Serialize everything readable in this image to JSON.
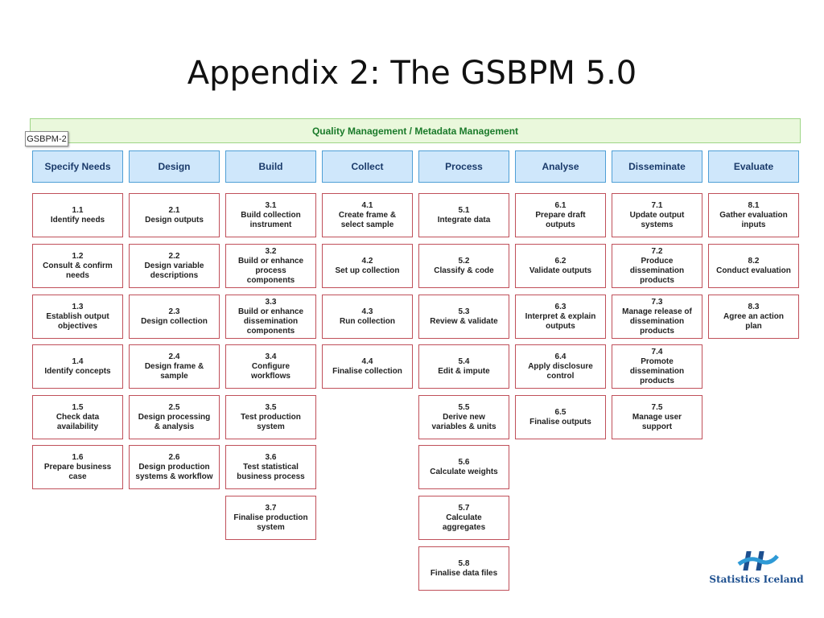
{
  "title": "Appendix 2: The GSBPM 5.0",
  "quality_bar": "Quality Management / Metadata Management",
  "gsbpm_tag": "GSBPM-2",
  "logo_text": "Statistics Iceland",
  "colors": {
    "phase_fill": "#cfe7fb",
    "phase_border": "#4f9fd6",
    "sub_border": "#c0505a",
    "qm_fill": "#eaf8dc",
    "qm_text": "#1a7a2a",
    "logo": "#1d4f8f"
  },
  "phases": [
    {
      "label": "Specify Needs",
      "subs": [
        {
          "num": "1.1",
          "label": "Identify needs"
        },
        {
          "num": "1.2",
          "label": "Consult & confirm\nneeds"
        },
        {
          "num": "1.3",
          "label": "Establish output\nobjectives"
        },
        {
          "num": "1.4",
          "label": "Identify concepts"
        },
        {
          "num": "1.5",
          "label": "Check data\navailability"
        },
        {
          "num": "1.6",
          "label": "Prepare business\ncase"
        }
      ]
    },
    {
      "label": "Design",
      "subs": [
        {
          "num": "2.1",
          "label": "Design outputs"
        },
        {
          "num": "2.2",
          "label": "Design variable\ndescriptions"
        },
        {
          "num": "2.3",
          "label": "Design collection"
        },
        {
          "num": "2.4",
          "label": "Design frame &\nsample"
        },
        {
          "num": "2.5",
          "label": "Design processing\n& analysis"
        },
        {
          "num": "2.6",
          "label": "Design production\nsystems & workflow"
        }
      ]
    },
    {
      "label": "Build",
      "subs": [
        {
          "num": "3.1",
          "label": "Build collection\ninstrument"
        },
        {
          "num": "3.2",
          "label": "Build or enhance\nprocess\ncomponents"
        },
        {
          "num": "3.3",
          "label": "Build or enhance\ndissemination\ncomponents"
        },
        {
          "num": "3.4",
          "label": "Configure\nworkflows"
        },
        {
          "num": "3.5",
          "label": "Test production\nsystem"
        },
        {
          "num": "3.6",
          "label": "Test statistical\nbusiness process"
        },
        {
          "num": "3.7",
          "label": "Finalise production\nsystem"
        }
      ]
    },
    {
      "label": "Collect",
      "subs": [
        {
          "num": "4.1",
          "label": "Create frame &\nselect sample"
        },
        {
          "num": "4.2",
          "label": "Set up collection"
        },
        {
          "num": "4.3",
          "label": "Run collection"
        },
        {
          "num": "4.4",
          "label": "Finalise collection"
        }
      ]
    },
    {
      "label": "Process",
      "subs": [
        {
          "num": "5.1",
          "label": "Integrate data"
        },
        {
          "num": "5.2",
          "label": "Classify & code"
        },
        {
          "num": "5.3",
          "label": "Review & validate"
        },
        {
          "num": "5.4",
          "label": "Edit & impute"
        },
        {
          "num": "5.5",
          "label": "Derive new\nvariables & units"
        },
        {
          "num": "5.6",
          "label": "Calculate weights"
        },
        {
          "num": "5.7",
          "label": "Calculate\naggregates"
        },
        {
          "num": "5.8",
          "label": "Finalise data files"
        }
      ]
    },
    {
      "label": "Analyse",
      "subs": [
        {
          "num": "6.1",
          "label": "Prepare draft\noutputs"
        },
        {
          "num": "6.2",
          "label": "Validate outputs"
        },
        {
          "num": "6.3",
          "label": "Interpret & explain\noutputs"
        },
        {
          "num": "6.4",
          "label": "Apply disclosure\ncontrol"
        },
        {
          "num": "6.5",
          "label": "Finalise outputs"
        }
      ]
    },
    {
      "label": "Disseminate",
      "subs": [
        {
          "num": "7.1",
          "label": "Update output\nsystems"
        },
        {
          "num": "7.2",
          "label": "Produce\ndissemination\nproducts"
        },
        {
          "num": "7.3",
          "label": "Manage release of\ndissemination\nproducts"
        },
        {
          "num": "7.4",
          "label": "Promote\ndissemination\nproducts"
        },
        {
          "num": "7.5",
          "label": "Manage user\nsupport"
        }
      ]
    },
    {
      "label": "Evaluate",
      "subs": [
        {
          "num": "8.1",
          "label": "Gather evaluation\ninputs"
        },
        {
          "num": "8.2",
          "label": "Conduct evaluation"
        },
        {
          "num": "8.3",
          "label": "Agree an action\nplan"
        }
      ]
    }
  ]
}
